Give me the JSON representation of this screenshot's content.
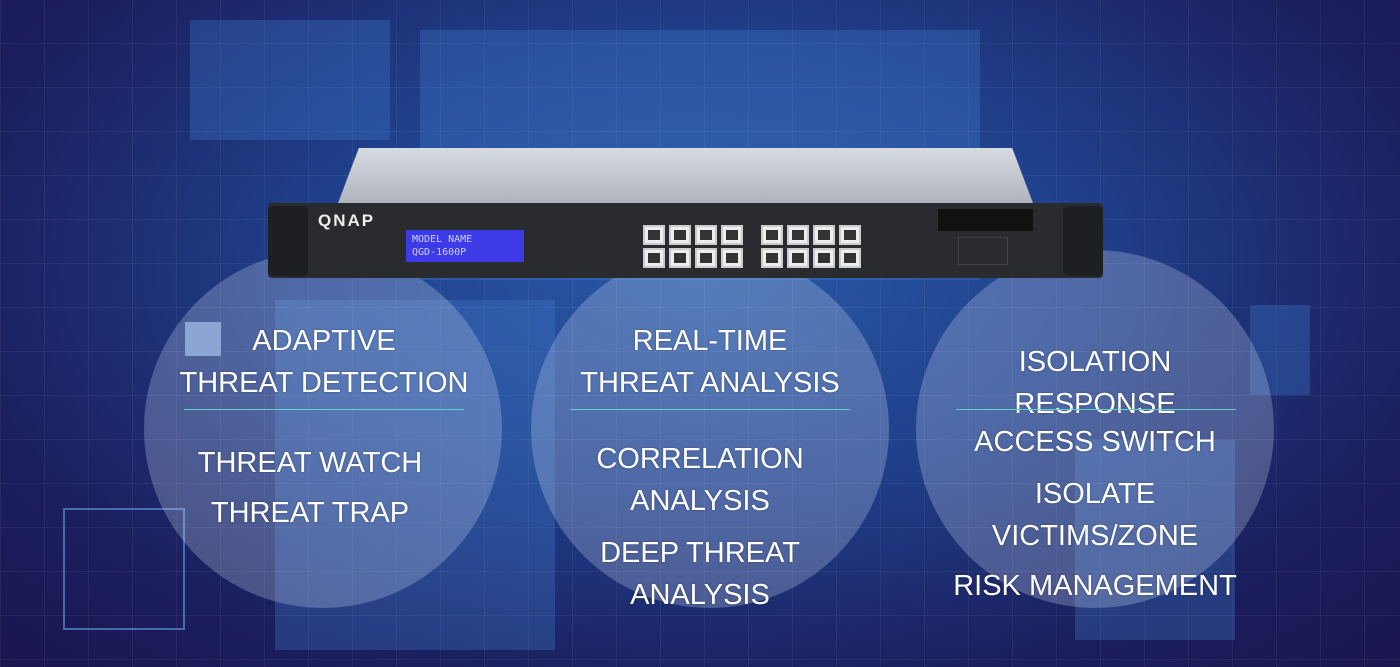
{
  "device": {
    "brand": "QNAP",
    "lcd_line1": "MODEL NAME",
    "lcd_line2": "QGD-1600P"
  },
  "columns": [
    {
      "heading": [
        "ADAPTIVE",
        "THREAT DETECTION"
      ],
      "items": [
        "THREAT WATCH",
        "THREAT TRAP"
      ]
    },
    {
      "heading": [
        "REAL-TIME",
        "THREAT ANALYSIS"
      ],
      "items": [
        "CORRELATION",
        "ANALYSIS",
        "DEEP THREAT",
        "ANALYSIS"
      ]
    },
    {
      "heading": [
        "ISOLATION",
        "RESPONSE"
      ],
      "items": [
        "ACCESS SWITCH",
        "ISOLATE",
        "VICTIMS/ZONE",
        "RISK MANAGEMENT"
      ]
    }
  ],
  "colors": {
    "accent_rule": "#5fd3c8",
    "lcd": "#3d3ae8"
  }
}
